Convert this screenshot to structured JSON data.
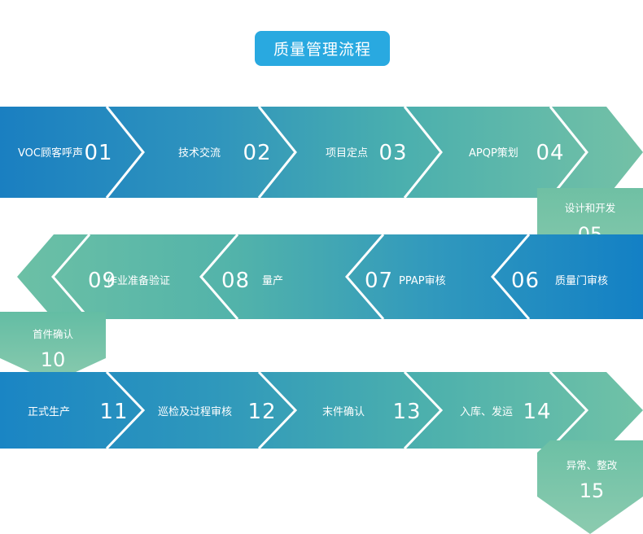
{
  "header": {
    "title": "质量管理流程",
    "pill_color": "#29a9e0"
  },
  "palette": {
    "blue": "#1a7fc1",
    "blue_mid": "#2288c4",
    "teal": "#3fa3b4",
    "teal_green": "#4fb3a6",
    "green": "#6ec0a5",
    "green_light": "#7cc5a8"
  },
  "flow": {
    "rows": [
      {
        "name": "row-1",
        "direction": "ltr",
        "steps": [
          {
            "num": "01",
            "label": "VOC顾客呼声"
          },
          {
            "num": "02",
            "label": "技术交流"
          },
          {
            "num": "03",
            "label": "项目定点"
          },
          {
            "num": "04",
            "label": "APQP策划"
          }
        ]
      },
      {
        "name": "row-2",
        "direction": "rtl",
        "steps": [
          {
            "num": "09",
            "label": "作业准备验证"
          },
          {
            "num": "08",
            "label": "量产"
          },
          {
            "num": "07",
            "label": "PPAP审核"
          },
          {
            "num": "06",
            "label": "质量门审核"
          }
        ]
      },
      {
        "name": "row-3",
        "direction": "ltr",
        "steps": [
          {
            "num": "11",
            "label": "正式生产"
          },
          {
            "num": "12",
            "label": "巡检及过程审核"
          },
          {
            "num": "13",
            "label": "末件确认"
          },
          {
            "num": "14",
            "label": "入库、发运"
          }
        ]
      }
    ],
    "connectors": [
      {
        "name": "connector-05",
        "num": "05",
        "label": "设计和开发",
        "side": "right"
      },
      {
        "name": "connector-10",
        "num": "10",
        "label": "首件确认",
        "side": "left"
      },
      {
        "name": "connector-15",
        "num": "15",
        "label": "异常、整改",
        "side": "right"
      }
    ]
  }
}
